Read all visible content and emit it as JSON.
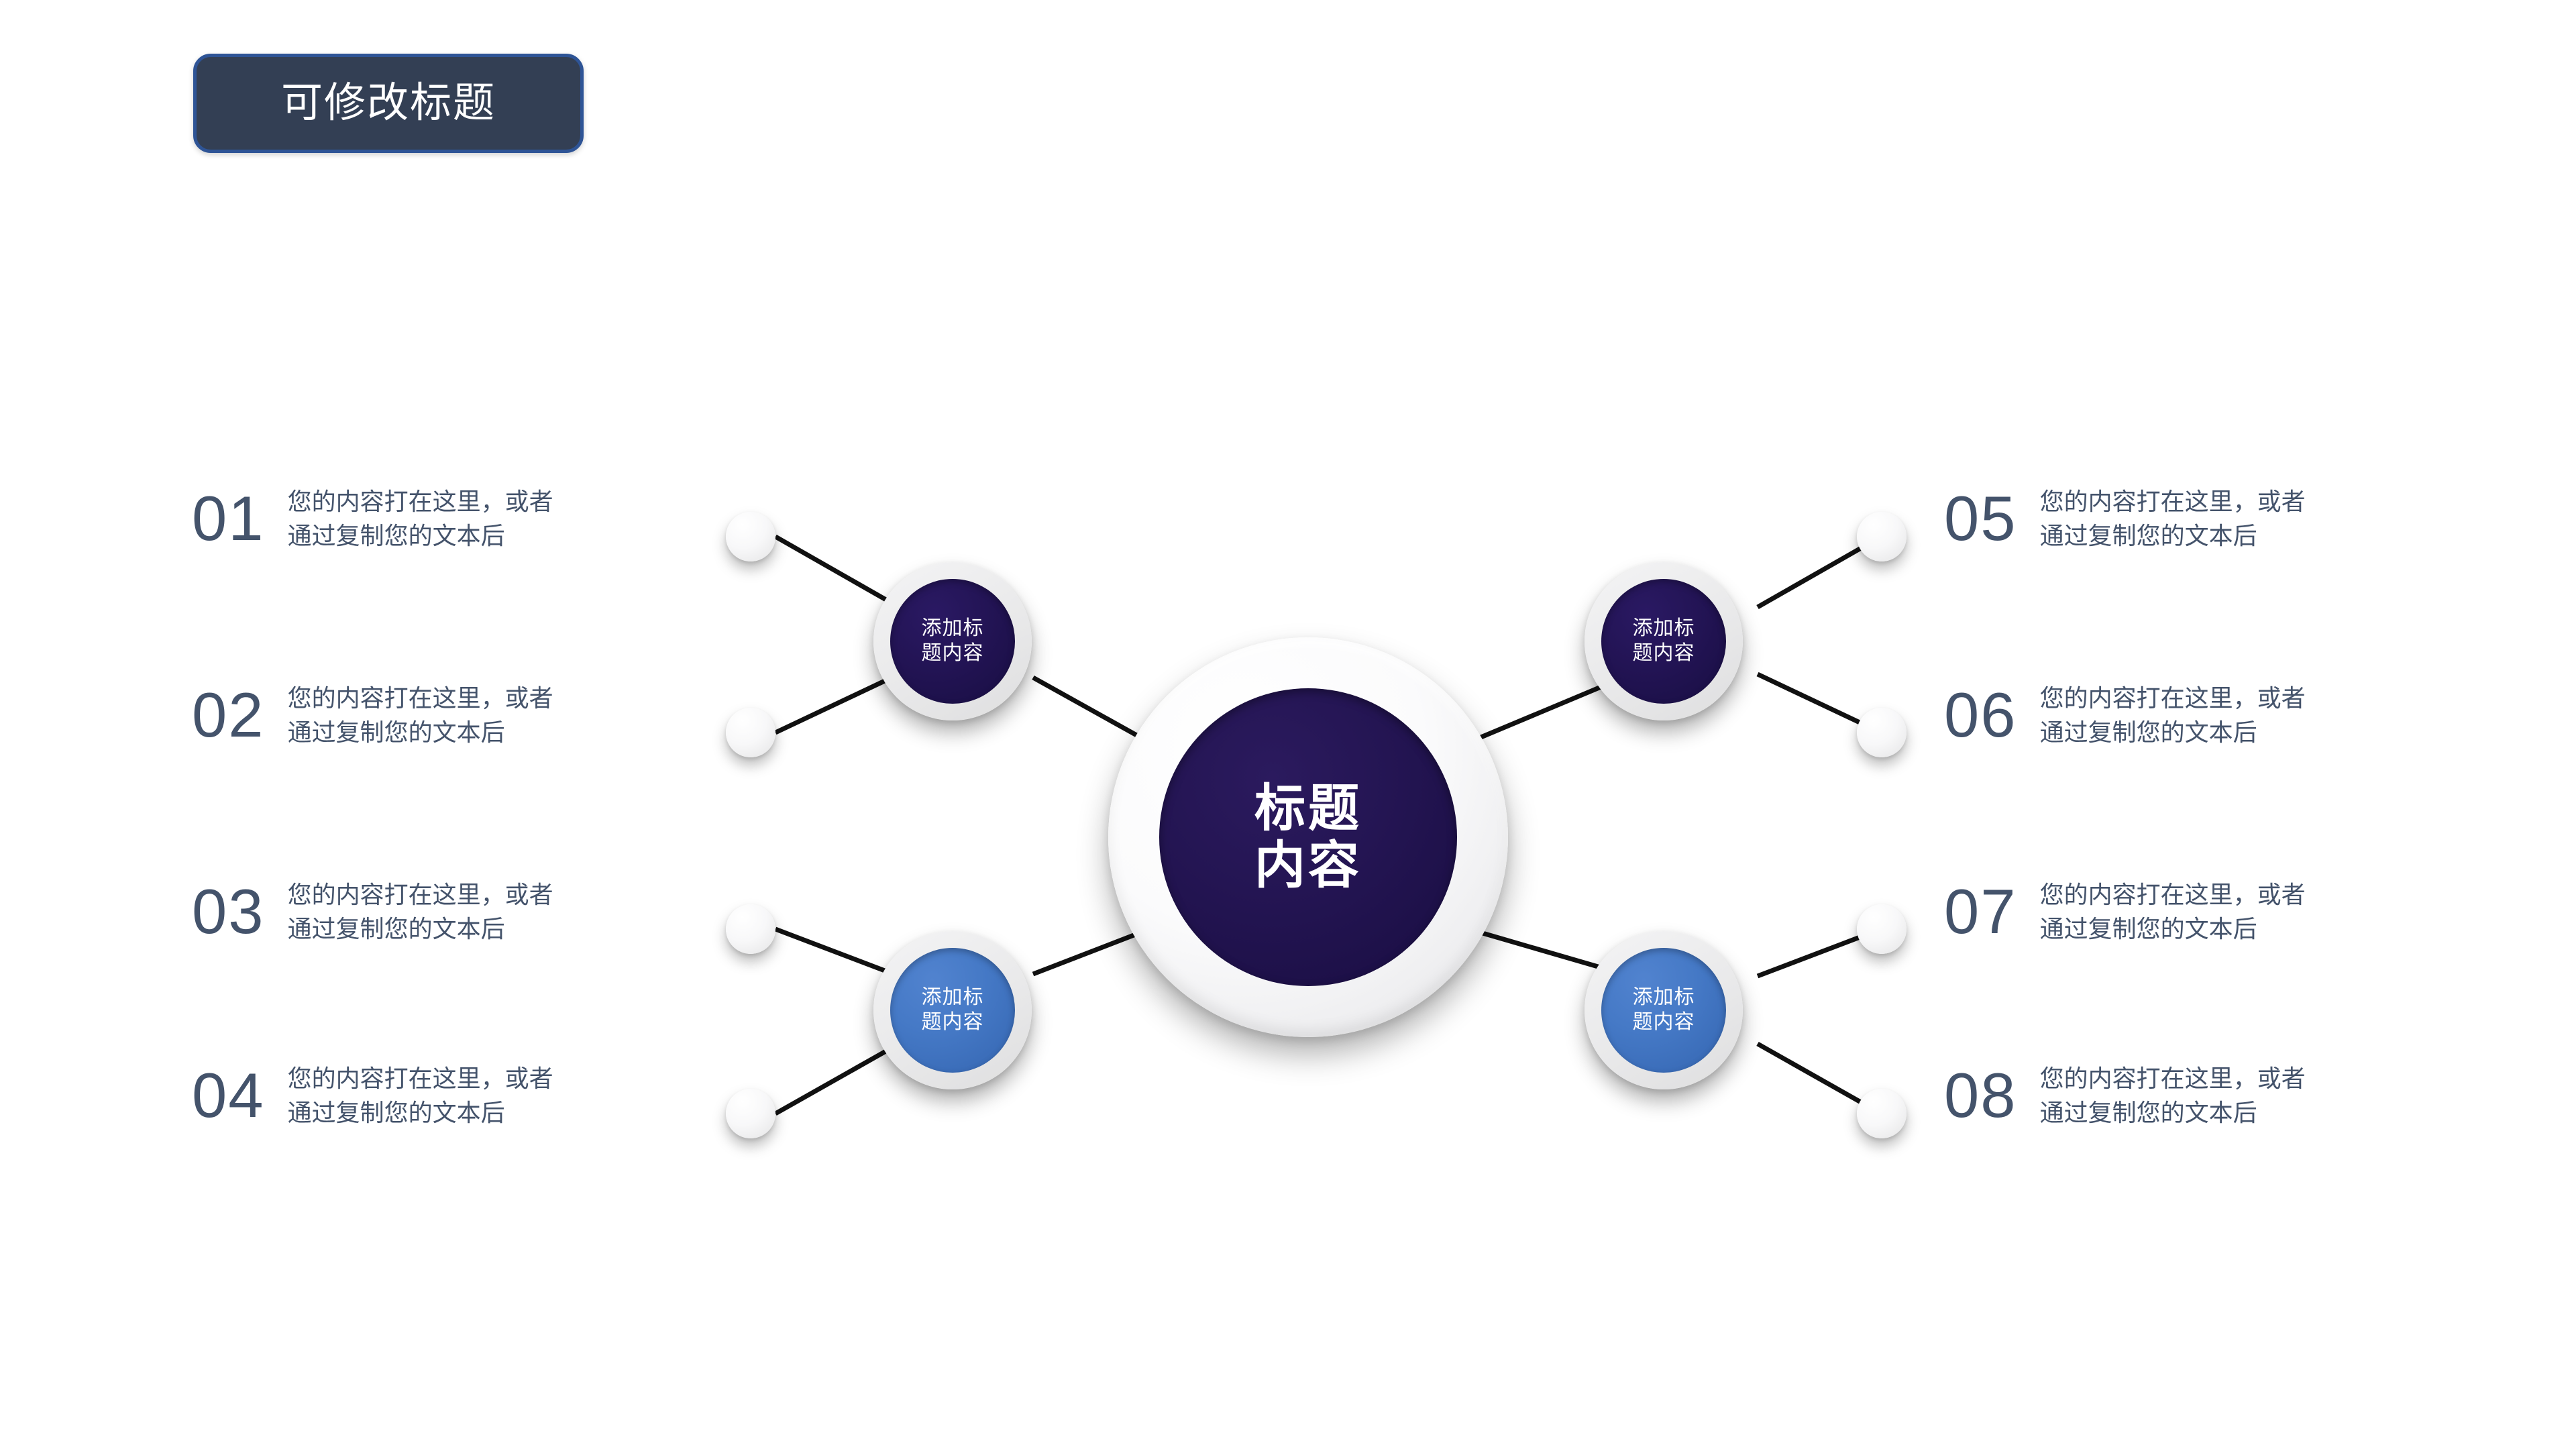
{
  "page": {
    "background_color": "#ffffff",
    "title_badge": {
      "label": "可修改标题",
      "fill_color": "#333f54",
      "border_color": "#2e5496",
      "text_color": "#ffffff"
    }
  },
  "theme": {
    "text_color": "#44536b",
    "dark_node_color": "#1d1048",
    "blue_node_color": "#3f74c0",
    "ring_color": "#e9e9ea",
    "connector_color": "#111111"
  },
  "center": {
    "line1": "标题",
    "line2": "内容",
    "fill_color": "#1d1048"
  },
  "nodes": [
    {
      "id": "node-top-left",
      "line1": "添加标",
      "line2": "题内容",
      "style": "dark",
      "side": "left",
      "fill_color": "#1d1048"
    },
    {
      "id": "node-bottom-left",
      "line1": "添加标",
      "line2": "题内容",
      "style": "blue",
      "side": "left",
      "fill_color": "#3f74c0"
    },
    {
      "id": "node-top-right",
      "line1": "添加标",
      "line2": "题内容",
      "style": "dark",
      "side": "right",
      "fill_color": "#1d1048"
    },
    {
      "id": "node-bottom-right",
      "line1": "添加标",
      "line2": "题内容",
      "style": "blue",
      "side": "right",
      "fill_color": "#3f74c0"
    }
  ],
  "items": [
    {
      "number": "01",
      "line1": "您的内容打在这里，或者",
      "line2": "通过复制您的文本后",
      "side": "left"
    },
    {
      "number": "02",
      "line1": "您的内容打在这里，或者",
      "line2": "通过复制您的文本后",
      "side": "left"
    },
    {
      "number": "03",
      "line1": "您的内容打在这里，或者",
      "line2": "通过复制您的文本后",
      "side": "left"
    },
    {
      "number": "04",
      "line1": "您的内容打在这里，或者",
      "line2": "通过复制您的文本后",
      "side": "left"
    },
    {
      "number": "05",
      "line1": "您的内容打在这里，或者",
      "line2": "通过复制您的文本后",
      "side": "right"
    },
    {
      "number": "06",
      "line1": "您的内容打在这里，或者",
      "line2": "通过复制您的文本后",
      "side": "right"
    },
    {
      "number": "07",
      "line1": "您的内容打在这里，或者",
      "line2": "通过复制您的文本后",
      "side": "right"
    },
    {
      "number": "08",
      "line1": "您的内容打在这里，或者",
      "line2": "通过复制您的文本后",
      "side": "right"
    }
  ]
}
